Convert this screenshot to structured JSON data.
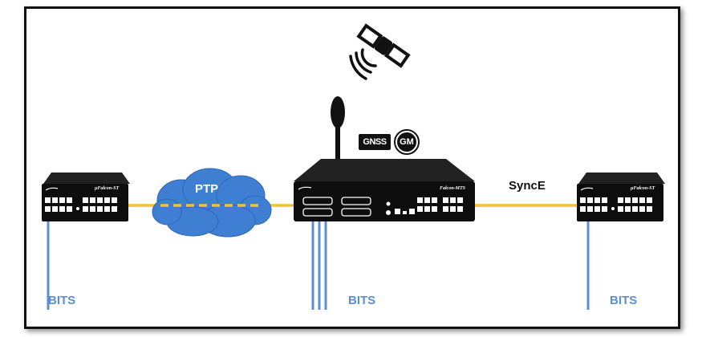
{
  "links": {
    "ptp_label": "PTP",
    "synce_label": "SyncE"
  },
  "bits": {
    "left": "BITS",
    "center": "BITS",
    "right": "BITS"
  },
  "devices": {
    "left": {
      "name": "µFalcon-ST"
    },
    "center": {
      "name": "Falcon-MTS"
    },
    "right": {
      "name": "µFalcon-ST"
    }
  },
  "badges": {
    "gnss": "GNSS",
    "gm": "GM"
  },
  "icons": {
    "satellite": "satellite-icon",
    "antenna": "gnss-antenna-icon",
    "cloud": "cloud-icon"
  },
  "colors": {
    "sync_link": "#f2c230",
    "bits_line": "#5b8fd1",
    "cloud_fill": "#3f7fd3",
    "device": "#0d0d0d"
  }
}
